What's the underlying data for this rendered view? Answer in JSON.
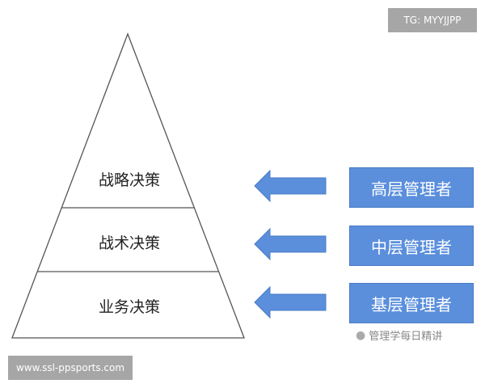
{
  "watermark_top": "TG: MYYJJPP",
  "watermark_bottom": "www.ssl-ppsports.com",
  "pyramid_levels": [
    "战略决策",
    "战术决策",
    "业务决策"
  ],
  "managers": [
    "高层管理者",
    "中层管理者",
    "基层管理者"
  ],
  "credit": "管理学每日精讲",
  "colors": {
    "box": "#5b8fdc",
    "arrow": "#5b8fdc",
    "line": "#555555"
  }
}
